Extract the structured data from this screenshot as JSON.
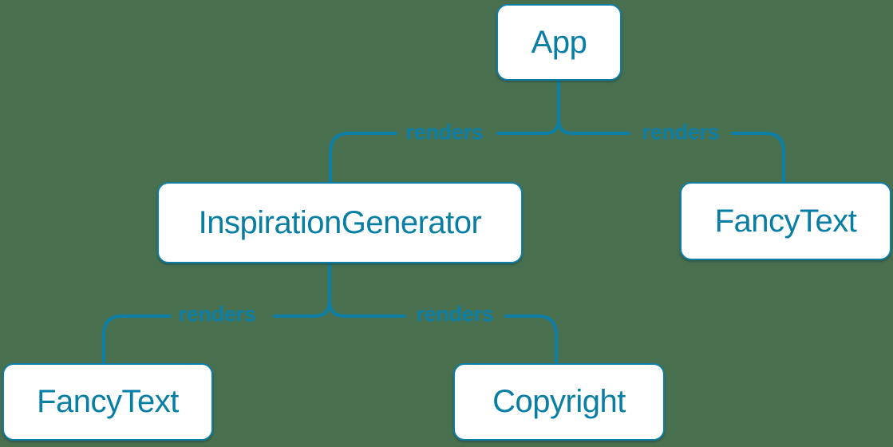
{
  "canvas": {
    "background_color": "#48704f",
    "accent_color": "#087ea4",
    "node_fill_color": "#ffffff"
  },
  "diagram": {
    "type": "react-component-render-tree",
    "nodes": [
      {
        "id": "app",
        "label": "App"
      },
      {
        "id": "inspiration-generator",
        "label": "InspirationGenerator"
      },
      {
        "id": "fancy-text-top",
        "label": "FancyText"
      },
      {
        "id": "fancy-text-bottom",
        "label": "FancyText"
      },
      {
        "id": "copyright",
        "label": "Copyright"
      }
    ],
    "edges": [
      {
        "from": "App",
        "to": "InspirationGenerator",
        "label": "renders"
      },
      {
        "from": "App",
        "to": "FancyText",
        "label": "renders"
      },
      {
        "from": "InspirationGenerator",
        "to": "FancyText",
        "label": "renders"
      },
      {
        "from": "InspirationGenerator",
        "to": "Copyright",
        "label": "renders"
      }
    ]
  }
}
